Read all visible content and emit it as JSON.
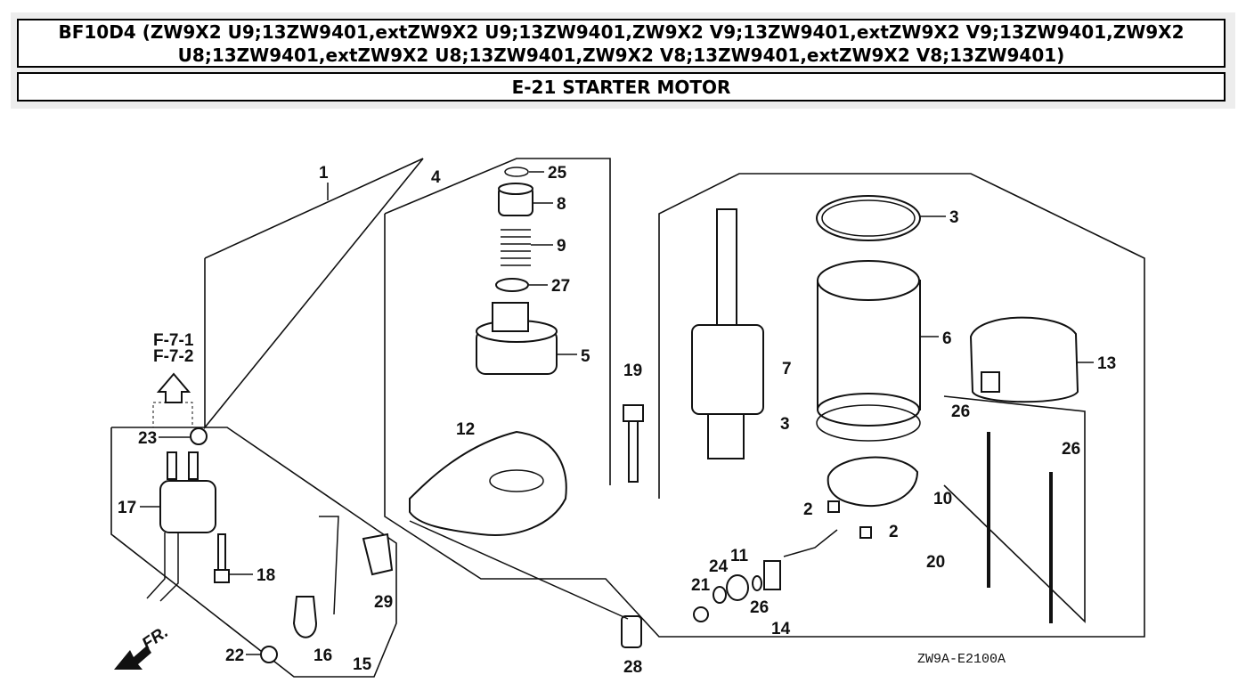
{
  "header": {
    "title": "BF10D4 (ZW9X2 U9;13ZW9401,extZW9X2 U9;13ZW9401,ZW9X2 V9;13ZW9401,extZW9X2 V9;13ZW9401,ZW9X2 U8;13ZW9401,extZW9X2 U8;13ZW9401,ZW9X2 V8;13ZW9401,extZW9X2 V8;13ZW9401)",
    "section": "E-21 STARTER MOTOR"
  },
  "diagram": {
    "references": [
      "F-7-1",
      "F-7-2"
    ],
    "front_label": "FR.",
    "drawing_code": "ZW9A-E2100A",
    "callouts": [
      "1",
      "2",
      "2",
      "3",
      "3",
      "4",
      "5",
      "6",
      "7",
      "8",
      "9",
      "10",
      "11",
      "12",
      "13",
      "14",
      "15",
      "16",
      "17",
      "18",
      "19",
      "20",
      "21",
      "22",
      "23",
      "24",
      "25",
      "26",
      "26",
      "26",
      "27",
      "28",
      "29"
    ]
  }
}
